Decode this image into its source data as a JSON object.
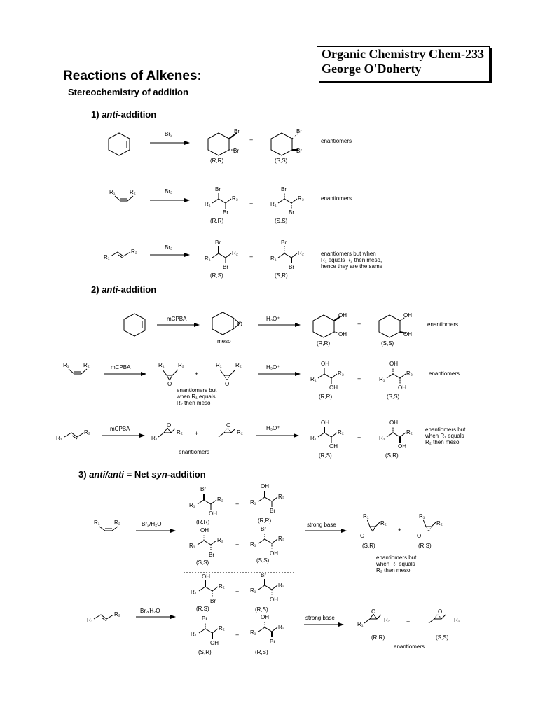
{
  "course": {
    "line1": "Organic Chemistry Chem-233",
    "line2": "George O'Doherty"
  },
  "title": "Reactions of Alkenes:",
  "subtitle": "Stereochemistry of addition",
  "sections": [
    {
      "num": "1)",
      "italic": "anti",
      "rest": "-addition"
    },
    {
      "num": "2)",
      "italic": "anti",
      "rest": "-addition"
    },
    {
      "num": "3)",
      "italic": "anti/anti",
      "mid": " = Net ",
      "italic2": "syn",
      "rest": "-addition"
    }
  ],
  "reagents": {
    "br2": "Br₂",
    "mcpba": "mCPBA",
    "h3o": "H₃O⁺",
    "br2h2o": "Br₂/H₂O",
    "base": "strong base"
  },
  "atoms": {
    "br": "Br",
    "oh": "OH",
    "o": "O",
    "r1": "R₁",
    "r2": "R₂",
    "plus": "+"
  },
  "stereo": {
    "rr": "(R,R)",
    "ss": "(S,S)",
    "rs": "(R,S)",
    "sr": "(S,R)"
  },
  "labels": {
    "meso": "meso",
    "enantiomers": "enantiomers",
    "note_same": [
      "enantiomers but when",
      "R₁ equals R₂ then meso,",
      "hence they are the same"
    ],
    "note_meso": [
      "enantiomers but",
      "when R₁ equals",
      "R₂ then meso"
    ]
  }
}
